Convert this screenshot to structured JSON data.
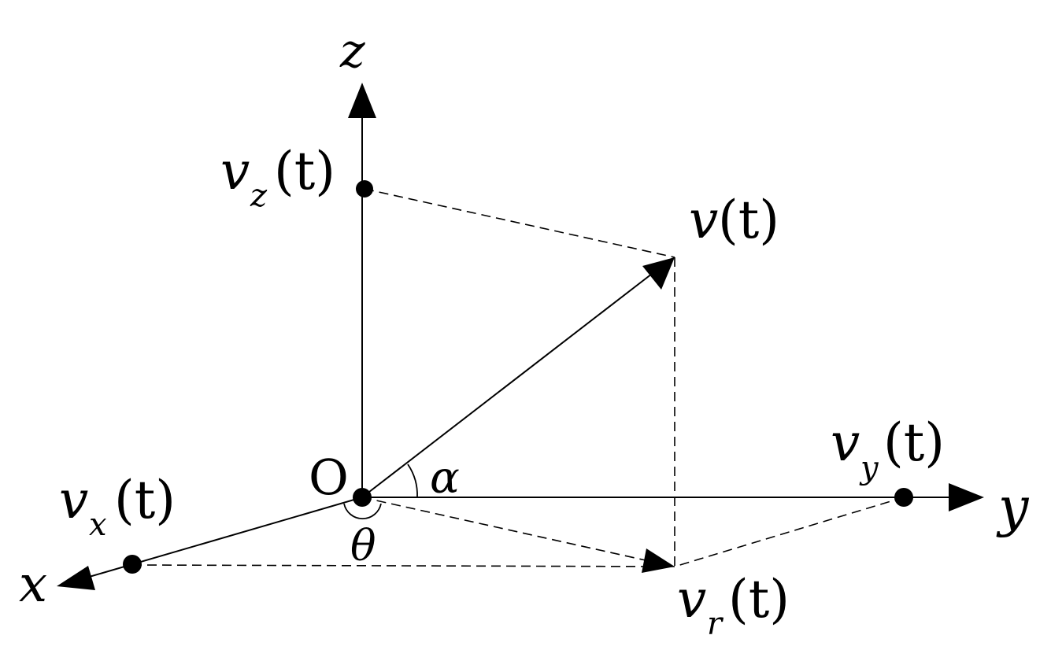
{
  "diagram": {
    "axes": {
      "x": "x",
      "y": "y",
      "z": "z"
    },
    "origin": "O",
    "vectors": {
      "v": {
        "base": "v",
        "sub": "",
        "arg": "(t)"
      },
      "vx": {
        "base": "v",
        "sub": "x",
        "arg": "(t)"
      },
      "vy": {
        "base": "v",
        "sub": "y",
        "arg": "(t)"
      },
      "vz": {
        "base": "v",
        "sub": "z",
        "arg": "(t)"
      },
      "vr": {
        "base": "v",
        "sub": "r",
        "arg": "(t)"
      }
    },
    "angles": {
      "alpha": "α",
      "theta": "θ"
    }
  }
}
